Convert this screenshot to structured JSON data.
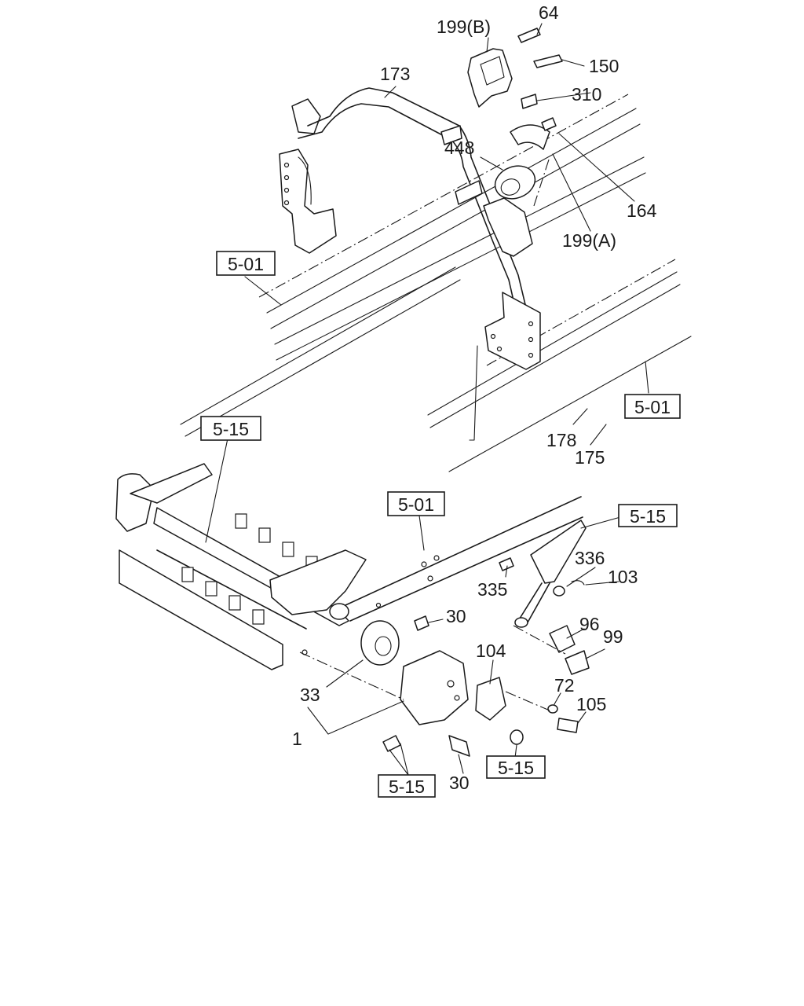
{
  "part_labels": {
    "p64": "64",
    "p199b": "199(B)",
    "p150": "150",
    "p173": "173",
    "p310": "310",
    "p448": "448",
    "p164": "164",
    "p199a": "199(A)",
    "p178": "178",
    "p175": "175",
    "p336": "336",
    "p103": "103",
    "p335": "335",
    "p30a": "30",
    "p96": "96",
    "p99": "99",
    "p104": "104",
    "p33": "33",
    "p72": "72",
    "p105": "105",
    "p1": "1",
    "p30b": "30"
  },
  "section_refs": {
    "r1": "5-01",
    "r2": "5-01",
    "r3": "5-15",
    "r4": "5-01",
    "r5": "5-15",
    "r6": "5-15",
    "r7": "5-15"
  }
}
